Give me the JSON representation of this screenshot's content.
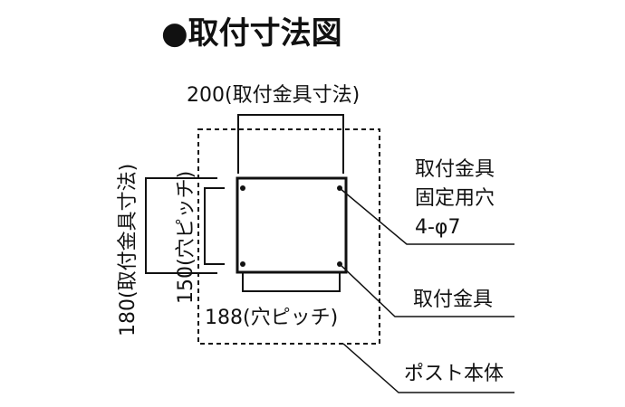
{
  "title": "●取付寸法図",
  "dim_top": "200(取付金具寸法)",
  "dim_bottom": "188(穴ピッチ)",
  "dim_left_outer": "180(取付金具寸法)",
  "dim_left_inner": "150(穴ピッチ)",
  "callout_holes": {
    "line1": "取付金具",
    "line2": "固定用穴",
    "line3": "4-φ7"
  },
  "callout_bracket": "取付金具",
  "callout_post": "ポスト本体",
  "colors": {
    "ink": "#111111",
    "background": "#ffffff"
  }
}
